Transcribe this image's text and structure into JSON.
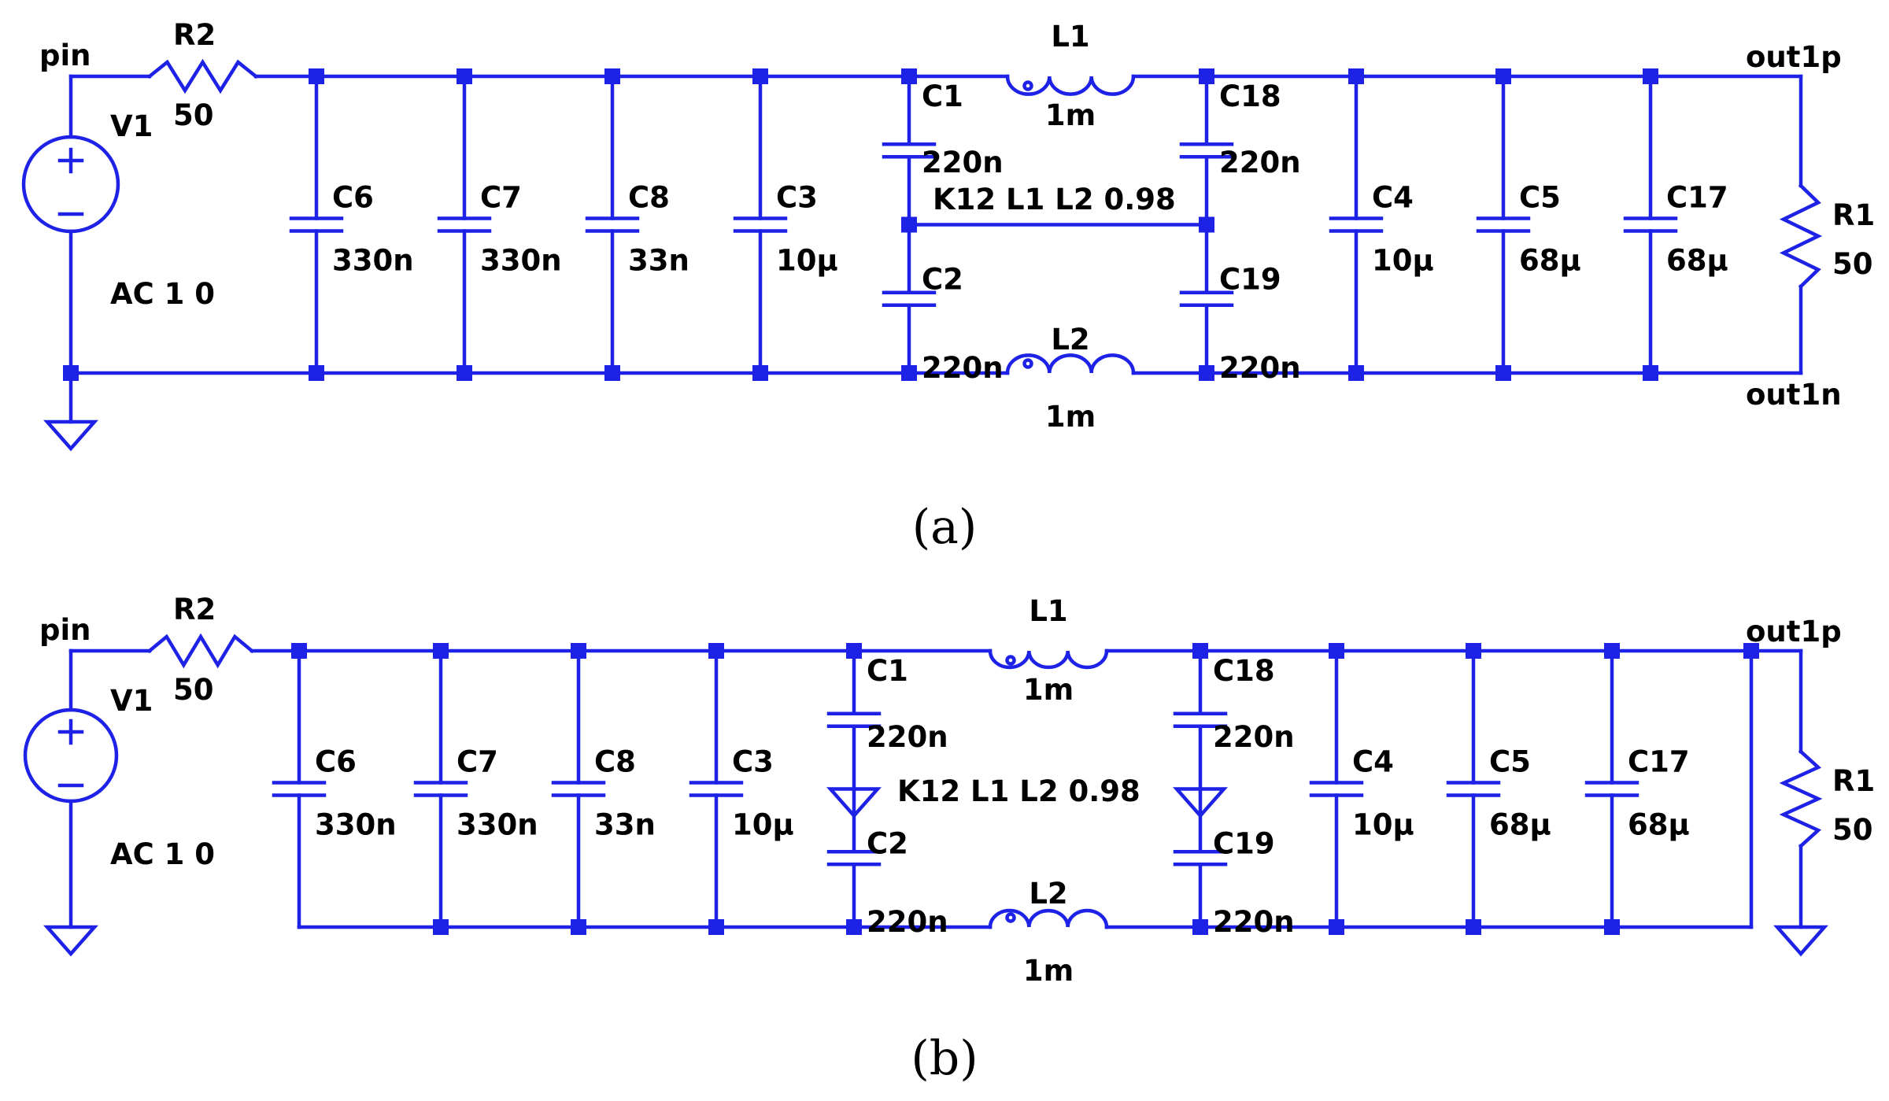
{
  "colors": {
    "wire": "#1e22e6",
    "text": "#000000",
    "background": "#ffffff"
  },
  "panels": [
    {
      "caption": "(a)",
      "labels": {
        "pin": "pin",
        "R2": "R2",
        "R2v": "50",
        "V1": "V1",
        "AC": "AC 1 0",
        "C6": "C6",
        "C6v": "330n",
        "C7": "C7",
        "C7v": "330n",
        "C8": "C8",
        "C8v": "33n",
        "C3": "C3",
        "C3v": "10μ",
        "C1": "C1",
        "C1v": "220n",
        "C2": "C2",
        "C2v": "220n",
        "L1": "L1",
        "L1v": "1m",
        "L2": "L2",
        "L2v": "1m",
        "K": "K12 L1 L2 0.98",
        "C18": "C18",
        "C18v": "220n",
        "C19": "C19",
        "C19v": "220n",
        "C4": "C4",
        "C4v": "10μ",
        "C5": "C5",
        "C5v": "68μ",
        "C17": "C17",
        "C17v": "68μ",
        "R1": "R1",
        "R1v": "50",
        "outp": "out1p",
        "outn": "out1n"
      }
    },
    {
      "caption": "(b)",
      "labels": {
        "pin": "pin",
        "R2": "R2",
        "R2v": "50",
        "V1": "V1",
        "AC": "AC 1 0",
        "C6": "C6",
        "C6v": "330n",
        "C7": "C7",
        "C7v": "330n",
        "C8": "C8",
        "C8v": "33n",
        "C3": "C3",
        "C3v": "10μ",
        "C1": "C1",
        "C1v": "220n",
        "C2": "C2",
        "C2v": "220n",
        "L1": "L1",
        "L1v": "1m",
        "L2": "L2",
        "L2v": "1m",
        "K": "K12 L1 L2 0.98",
        "C18": "C18",
        "C18v": "220n",
        "C19": "C19",
        "C19v": "220n",
        "C4": "C4",
        "C4v": "10μ",
        "C5": "C5",
        "C5v": "68μ",
        "C17": "C17",
        "C17v": "68μ",
        "R1": "R1",
        "R1v": "50",
        "outp": "out1p"
      }
    }
  ]
}
